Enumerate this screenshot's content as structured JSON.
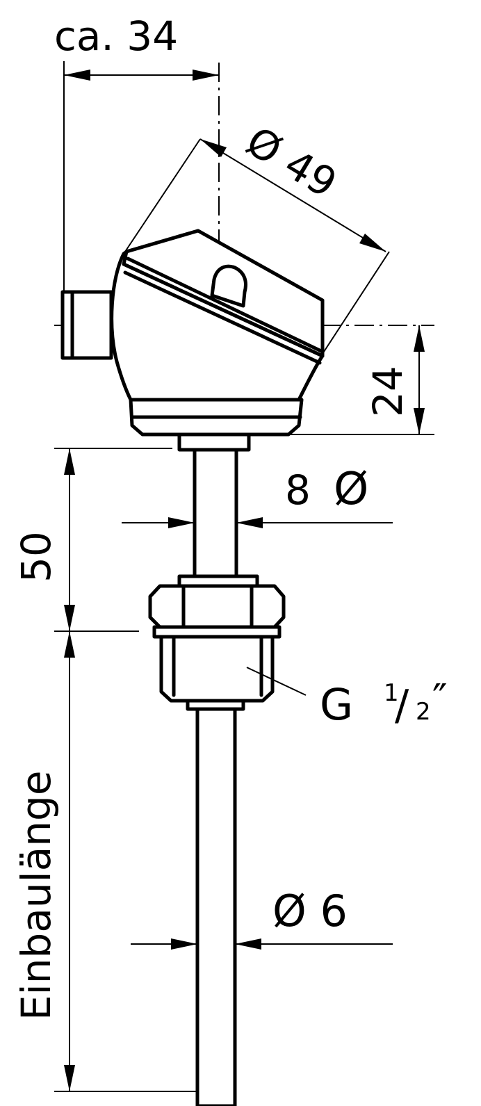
{
  "drawing": {
    "dimensions": {
      "width_offset": "ca. 34",
      "head_diameter": "Ø 49",
      "head_height": "24",
      "neck_diameter_value": "8",
      "neck_diameter_symbol": "Ø",
      "neck_length": "50",
      "thread_prefix": "G",
      "thread_num": "1",
      "thread_slash": "/",
      "thread_den": "2",
      "thread_suffix": "″",
      "probe_diameter": "Ø 6",
      "insertion_length": "Einbaulänge"
    }
  }
}
